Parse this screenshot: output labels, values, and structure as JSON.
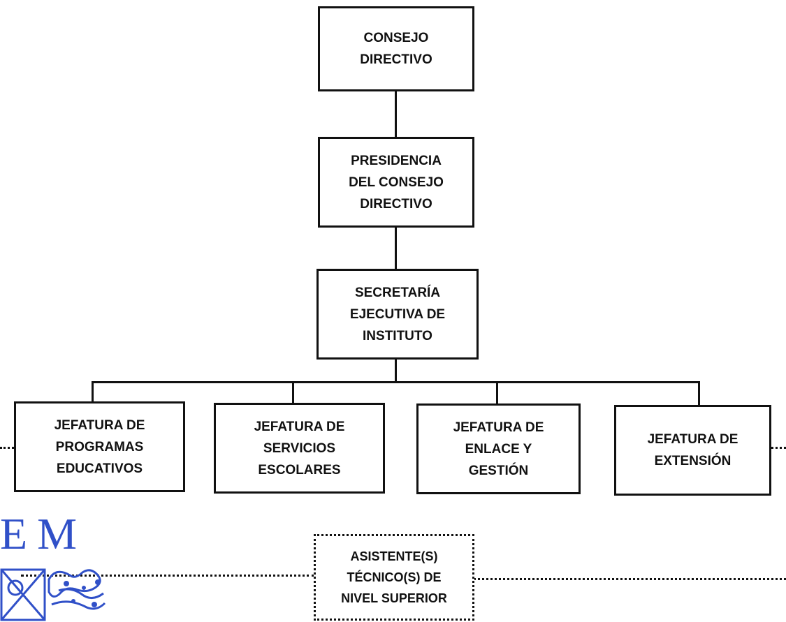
{
  "org_chart": {
    "consejo": "CONSEJO\nDIRECTIVO",
    "presidencia": "PRESIDENCIA\nDEL CONSEJO\nDIRECTIVO",
    "secretaria": "SECRETARÍA\nEJECUTIVA DE\nINSTITUTO",
    "jefaturas": [
      "JEFATURA DE\nPROGRAMAS\nEDUCATIVOS",
      "JEFATURA DE\nSERVICIOS\nESCOLARES",
      "JEFATURA DE\nENLACE Y\nGESTIÓN",
      "JEFATURA DE\nEXTENSIÓN"
    ],
    "asistentes": "ASISTENTE(S)\nTÉCNICO(S) DE\nNIVEL SUPERIOR"
  },
  "stamp": {
    "letters": "EM",
    "color": "#3050c8"
  }
}
